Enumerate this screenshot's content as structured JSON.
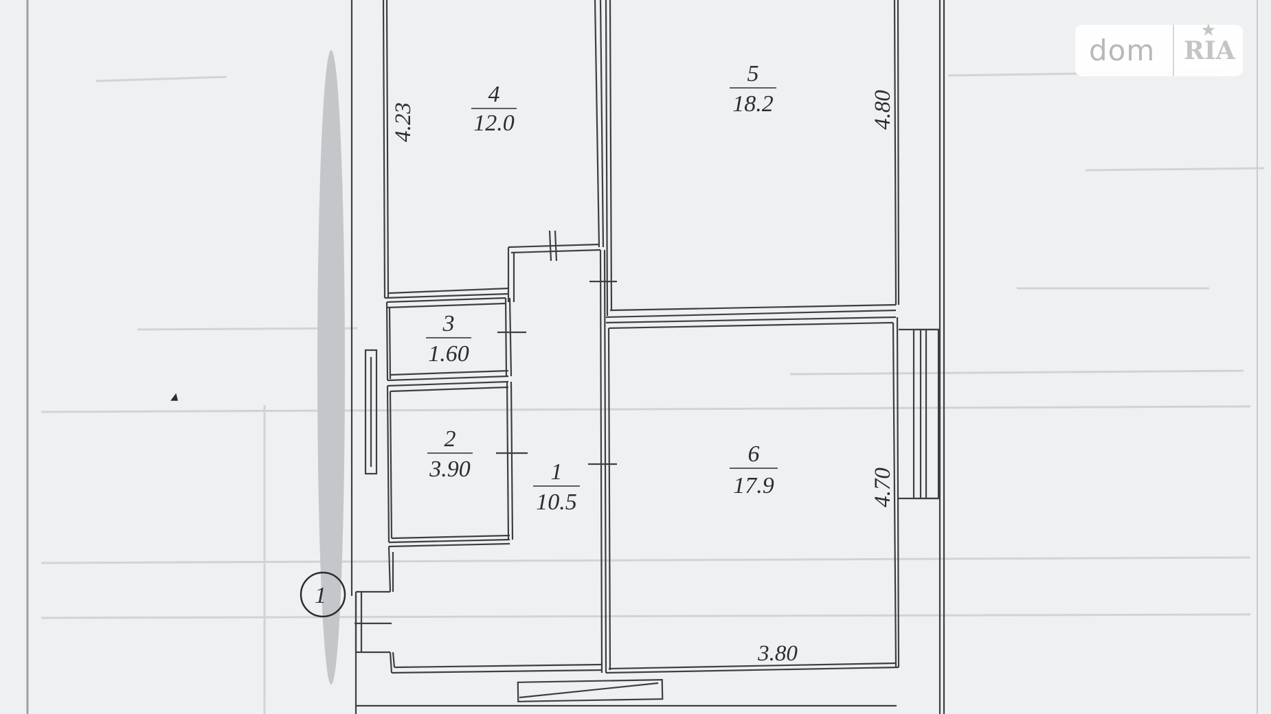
{
  "watermark": {
    "brand": "dom",
    "mark": "RIA",
    "star": "★"
  },
  "rooms": [
    {
      "number": "1",
      "area": "10.5"
    },
    {
      "number": "2",
      "area": "3.90"
    },
    {
      "number": "3",
      "area": "1.60"
    },
    {
      "number": "4",
      "area": "12.0"
    },
    {
      "number": "5",
      "area": "18.2"
    },
    {
      "number": "6",
      "area": "17.9"
    }
  ],
  "dimensions": {
    "room4_height": "4.23",
    "room5_height": "4.80",
    "room6_height": "4.70",
    "room6_width": "3.80"
  },
  "entrance_marker": "1"
}
